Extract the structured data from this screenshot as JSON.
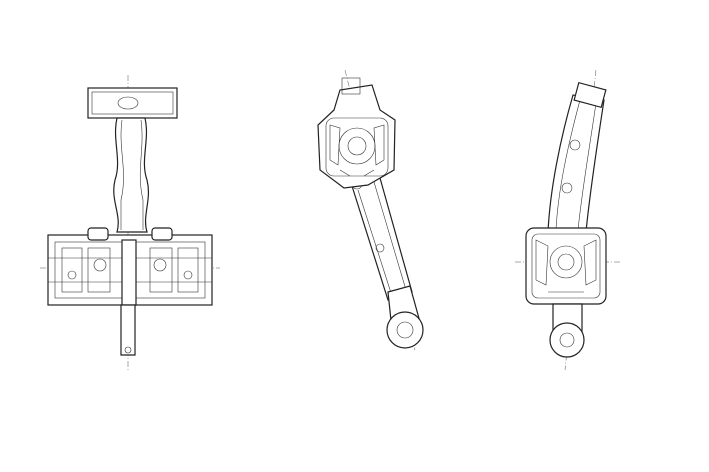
{
  "drawing": {
    "views": [
      "front-view",
      "side-view",
      "rear-view"
    ],
    "colors": {
      "line": "#222222",
      "background": "#ffffff"
    }
  }
}
